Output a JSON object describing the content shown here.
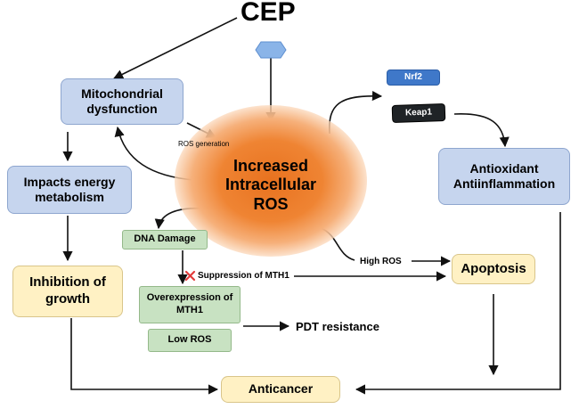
{
  "title": "CEP",
  "center": "Increased Intracellular ROS",
  "nodes": {
    "mito": "Mitochondrial dysfunction",
    "energy": "Impacts energy metabolism",
    "inhibit": "Inhibition of growth",
    "antiox": "Antioxidant Antiinflammation",
    "apoptosis": "Apoptosis",
    "anticancer": "Anticancer",
    "dna": "DNA Damage",
    "mth1": "Overexpression of MTH1",
    "lowros": "Low ROS",
    "nrf2": "Nrf2",
    "keap1": "Keap1"
  },
  "labels": {
    "ros_generation": "ROS generation",
    "suppression": "Suppression of MTH1",
    "high_ros": "High ROS",
    "pdt": "PDT resistance"
  },
  "colors": {
    "blue_box": "#c6d5ee",
    "yellow_box": "#fff1c4",
    "green_box": "#c8e2c2",
    "nrf2": "#3f78c9",
    "keap1": "#1f2326",
    "hexagon": "#8ab4e8",
    "glow": "#ee7d2e",
    "cross": "#e23b3b"
  }
}
